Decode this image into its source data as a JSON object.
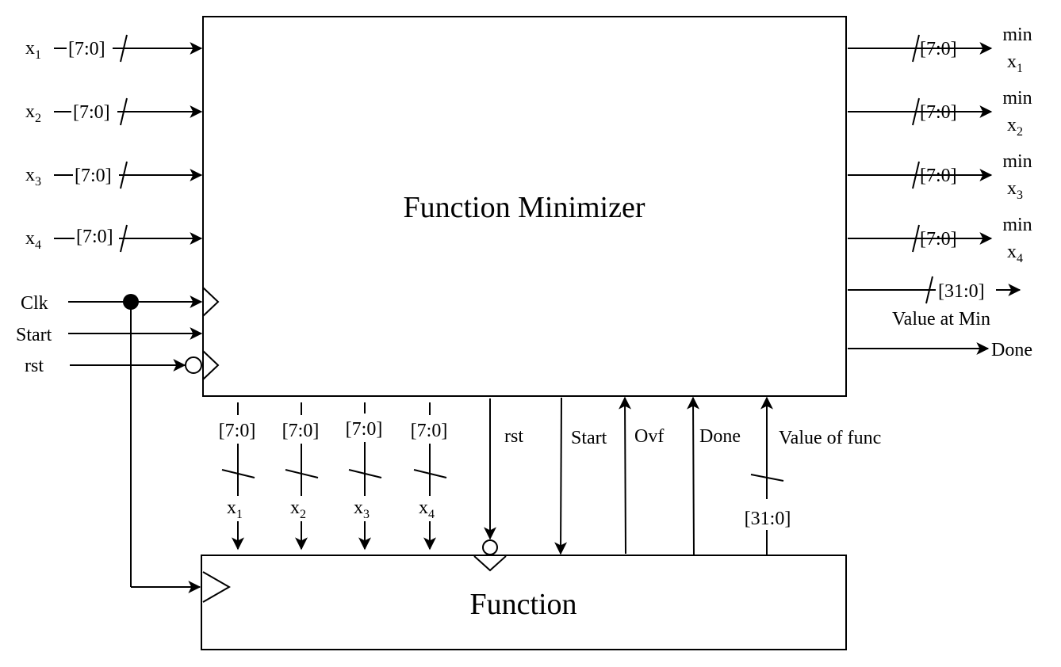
{
  "minimizer_title": "Function Minimizer",
  "function_title": "Function",
  "inputs": [
    {
      "name": "x",
      "sub": "1",
      "width": "[7:0]"
    },
    {
      "name": "x",
      "sub": "2",
      "width": "[7:0]"
    },
    {
      "name": "x",
      "sub": "3",
      "width": "[7:0]"
    },
    {
      "name": "x",
      "sub": "4",
      "width": "[7:0]"
    }
  ],
  "control_inputs": {
    "clk": "Clk",
    "start": "Start",
    "rst": "rst"
  },
  "outputs": [
    {
      "width": "[7:0]",
      "line1": "min",
      "name": "x",
      "sub": "1"
    },
    {
      "width": "[7:0]",
      "line1": "min",
      "name": "x",
      "sub": "2"
    },
    {
      "width": "[7:0]",
      "line1": "min",
      "name": "x",
      "sub": "3"
    },
    {
      "width": "[7:0]",
      "line1": "min",
      "name": "x",
      "sub": "4"
    }
  ],
  "value_out": {
    "width": "[31:0]",
    "label": "Value at Min"
  },
  "done_out": "Done",
  "bus_down": [
    {
      "width": "[7:0]",
      "name": "x",
      "sub": "1"
    },
    {
      "width": "[7:0]",
      "name": "x",
      "sub": "2"
    },
    {
      "width": "[7:0]",
      "name": "x",
      "sub": "3"
    },
    {
      "width": "[7:0]",
      "name": "x",
      "sub": "4"
    }
  ],
  "inner_signals": {
    "rst": "rst",
    "start": "Start",
    "ovf": "Ovf",
    "done": "Done",
    "value": "Value of func",
    "value_width": "[31:0]"
  }
}
